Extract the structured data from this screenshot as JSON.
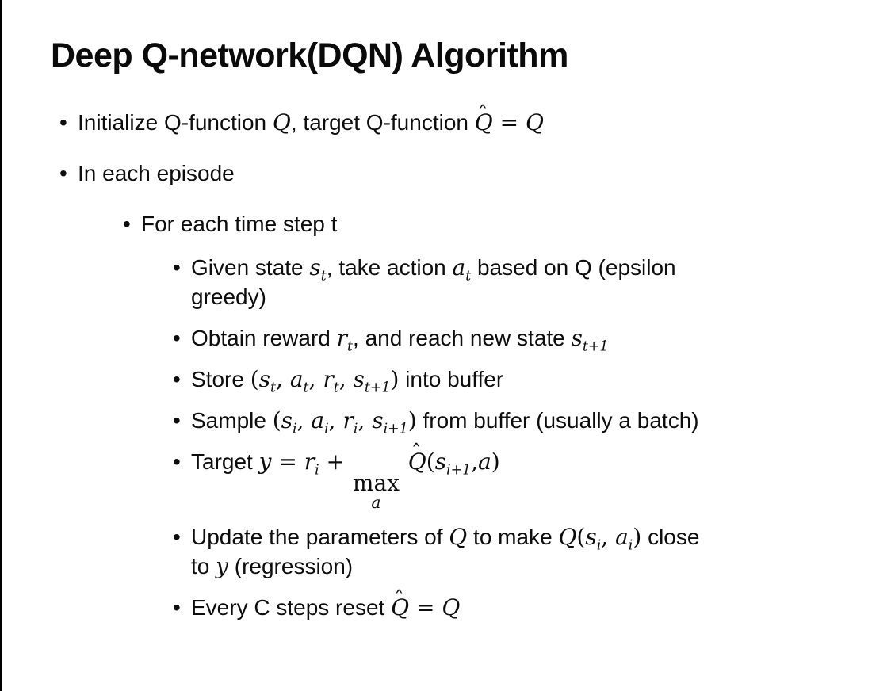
{
  "slide": {
    "title": "Deep Q-network(DQN) Algorithm",
    "background": "#ffffff",
    "text_color": "#0d0d0d",
    "left_edge_color": "#000000"
  },
  "bullets": {
    "marker": "•",
    "items": [
      {
        "level": 1,
        "segs": [
          {
            "t": "Initialize Q-function "
          },
          {
            "v": "Q"
          },
          {
            "t": ", target Q-function "
          },
          {
            "v": "Q",
            "hat": true
          },
          {
            "m": " = "
          },
          {
            "v": "Q"
          }
        ]
      },
      {
        "level": 1,
        "segs": [
          {
            "t": "In each episode"
          }
        ]
      },
      {
        "level": 2,
        "segs": [
          {
            "t": "For each time step t"
          }
        ]
      },
      {
        "level": 3,
        "segs": [
          {
            "t": "Given state "
          },
          {
            "v": "s",
            "sub": "t"
          },
          {
            "t": ", take action "
          },
          {
            "v": "a",
            "sub": "t"
          },
          {
            "t": " based on Q (epsilon"
          },
          {
            "br": true
          },
          {
            "t": "greedy)"
          }
        ]
      },
      {
        "level": 3,
        "segs": [
          {
            "t": "Obtain reward "
          },
          {
            "v": "r",
            "sub": "t"
          },
          {
            "t": ", and reach new state "
          },
          {
            "v": "s",
            "sub": "t+1"
          }
        ]
      },
      {
        "level": 3,
        "segs": [
          {
            "t": "Store "
          },
          {
            "m": "("
          },
          {
            "v": "s",
            "sub": "t"
          },
          {
            "m": ", "
          },
          {
            "v": "a",
            "sub": "t"
          },
          {
            "m": ", "
          },
          {
            "v": "r",
            "sub": "t"
          },
          {
            "m": ", "
          },
          {
            "v": "s",
            "sub": "t+1"
          },
          {
            "m": ")"
          },
          {
            "t": " into buffer"
          }
        ]
      },
      {
        "level": 3,
        "segs": [
          {
            "t": "Sample "
          },
          {
            "m": "("
          },
          {
            "v": "s",
            "sub": "i"
          },
          {
            "m": ", "
          },
          {
            "v": "a",
            "sub": "i"
          },
          {
            "m": ", "
          },
          {
            "v": "r",
            "sub": "i"
          },
          {
            "m": ", "
          },
          {
            "v": "s",
            "sub": "i+1"
          },
          {
            "m": ")"
          },
          {
            "t": " from buffer (usually a batch)"
          }
        ]
      },
      {
        "level": 3,
        "segs": [
          {
            "t": "Target "
          },
          {
            "v": "y"
          },
          {
            "m": " = "
          },
          {
            "v": "r",
            "sub": "i"
          },
          {
            "m": " + "
          },
          {
            "stack": {
              "top": "max",
              "bottom": "a"
            }
          },
          {
            "t": " "
          },
          {
            "v": "Q",
            "hat": true
          },
          {
            "m": "("
          },
          {
            "v": "s",
            "sub": "i+1"
          },
          {
            "m": ","
          },
          {
            "v": "a"
          },
          {
            "m": ")"
          }
        ]
      },
      {
        "level": 3,
        "segs": [
          {
            "t": "Update the parameters of "
          },
          {
            "v": "Q"
          },
          {
            "t": " to make "
          },
          {
            "v": "Q"
          },
          {
            "m": "("
          },
          {
            "v": "s",
            "sub": "i"
          },
          {
            "m": ", "
          },
          {
            "v": "a",
            "sub": "i"
          },
          {
            "m": ")"
          },
          {
            "t": " close"
          },
          {
            "br": true
          },
          {
            "t": "to "
          },
          {
            "v": "y"
          },
          {
            "t": " (regression)"
          }
        ]
      },
      {
        "level": 3,
        "segs": [
          {
            "t": "Every C steps reset "
          },
          {
            "v": "Q",
            "hat": true
          },
          {
            "m": " = "
          },
          {
            "v": "Q"
          }
        ]
      }
    ]
  }
}
